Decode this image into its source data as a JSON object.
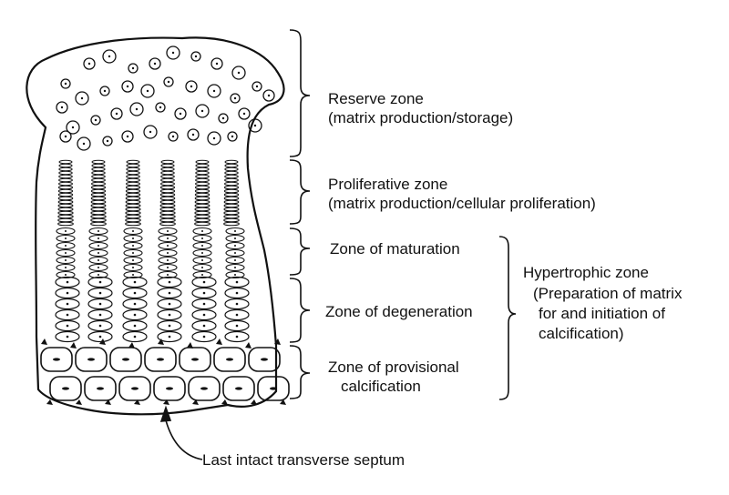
{
  "zones": {
    "reserve": {
      "title": "Reserve zone",
      "desc": "(matrix production/storage)"
    },
    "proliferative": {
      "title": "Proliferative zone",
      "desc": "(matrix production/cellular proliferation)"
    },
    "maturation": {
      "title": "Zone of maturation"
    },
    "degeneration": {
      "title": "Zone of degeneration"
    },
    "provisional": {
      "line1": "Zone of provisional",
      "line2": "calcification"
    }
  },
  "hypertrophic": {
    "title": "Hypertrophic zone",
    "line1": "(Preparation of matrix",
    "line2": "for and initiation of",
    "line3": "calcification)"
  },
  "pointer": {
    "label": "Last intact transverse septum"
  },
  "colors": {
    "ink": "#111111",
    "paper": "#ffffff"
  }
}
